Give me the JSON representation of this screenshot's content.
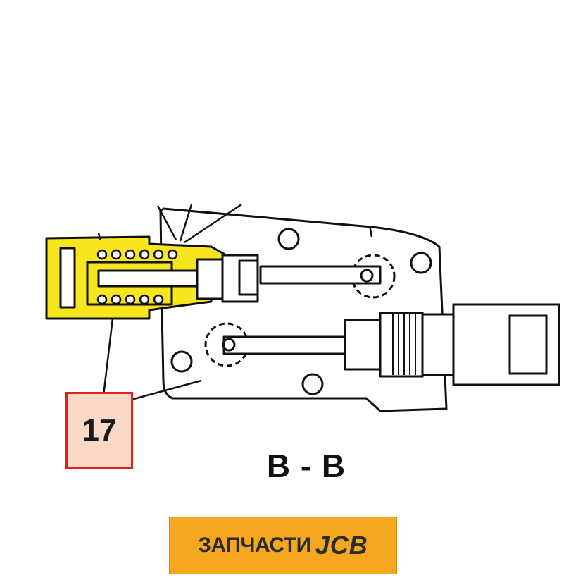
{
  "callout": {
    "number": "17"
  },
  "section": {
    "label": "B - B"
  },
  "logo": {
    "text": "ЗАПЧАСТИ",
    "brand": "JCB"
  },
  "colors": {
    "highlight": "#f7e51e",
    "callout_border": "#e02020",
    "callout_fill": "#fbd9c6",
    "logo_bg": "#f4a71f"
  }
}
